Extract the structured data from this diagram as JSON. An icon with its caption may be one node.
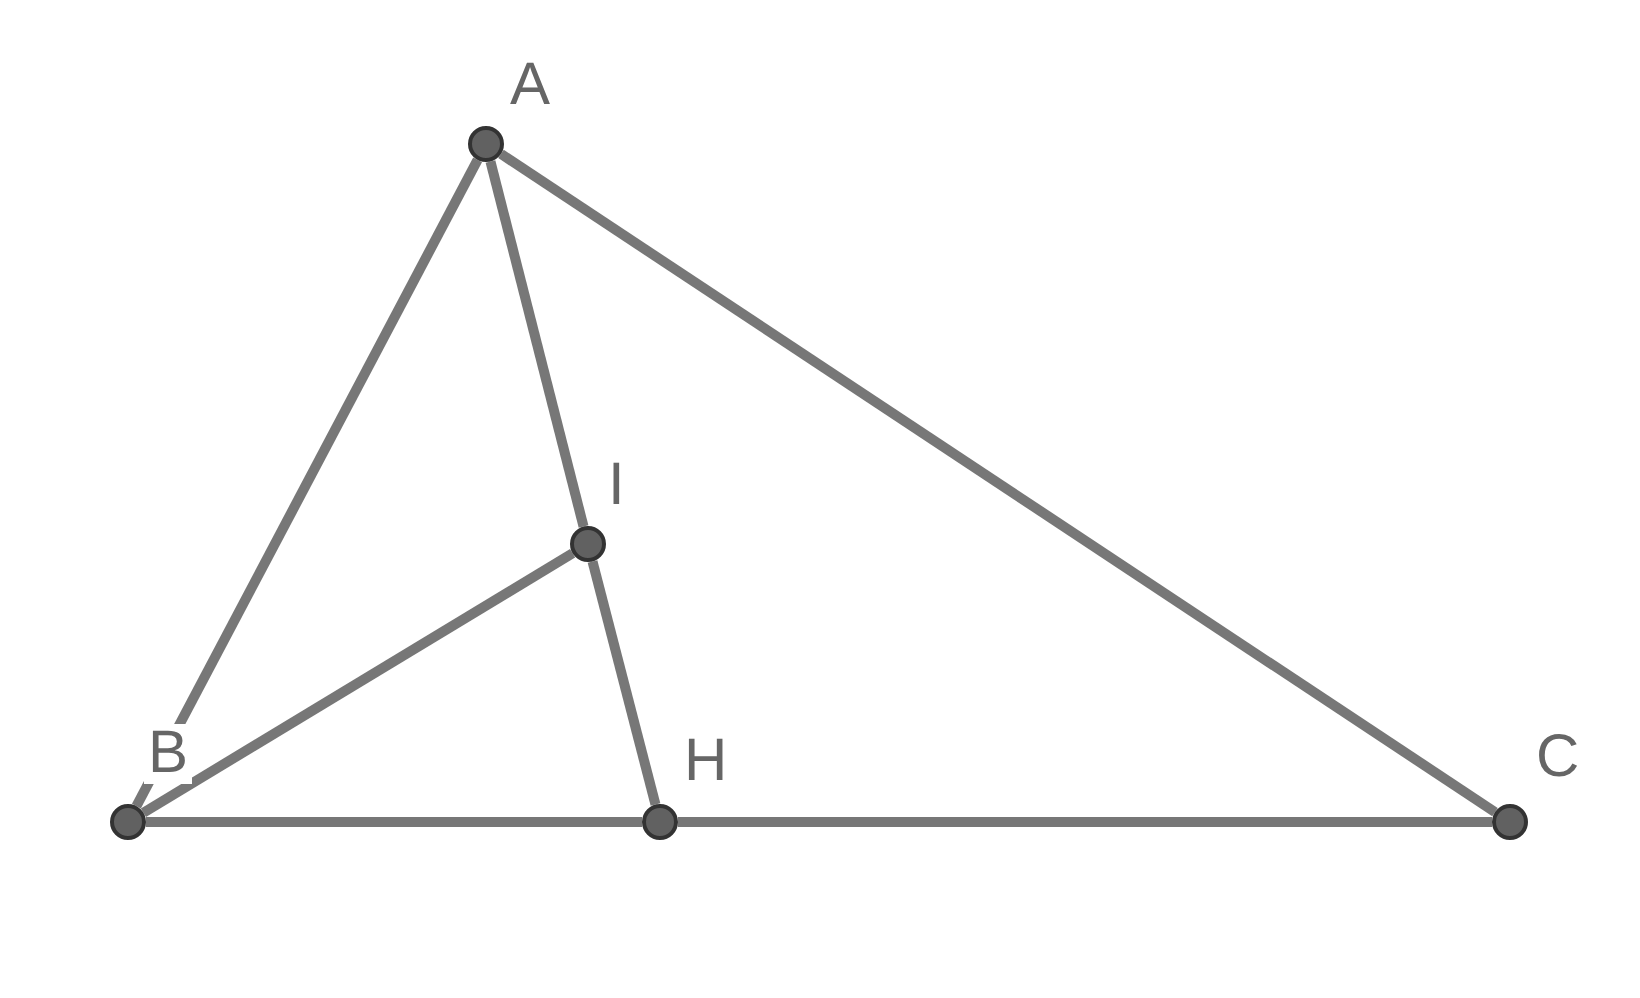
{
  "diagram": {
    "nodes": [
      {
        "text": [
          "A"
        ]
      },
      {
        "text": [
          "I"
        ]
      },
      {
        "text": [
          "B"
        ]
      },
      {
        "text": [
          "H"
        ]
      },
      {
        "text": [
          "C"
        ]
      }
    ],
    "edges": [
      {
        "from": 0,
        "to": 2,
        "arrow": "none"
      },
      {
        "from": 0,
        "to": 4,
        "arrow": "none"
      },
      {
        "from": 0,
        "to": 1,
        "arrow": "none"
      },
      {
        "from": 1,
        "to": 3,
        "arrow": "none"
      },
      {
        "from": 2,
        "to": 1,
        "arrow": "none"
      },
      {
        "from": 2,
        "to": 3,
        "arrow": "none"
      },
      {
        "from": 3,
        "to": 4,
        "arrow": "none"
      }
    ]
  }
}
